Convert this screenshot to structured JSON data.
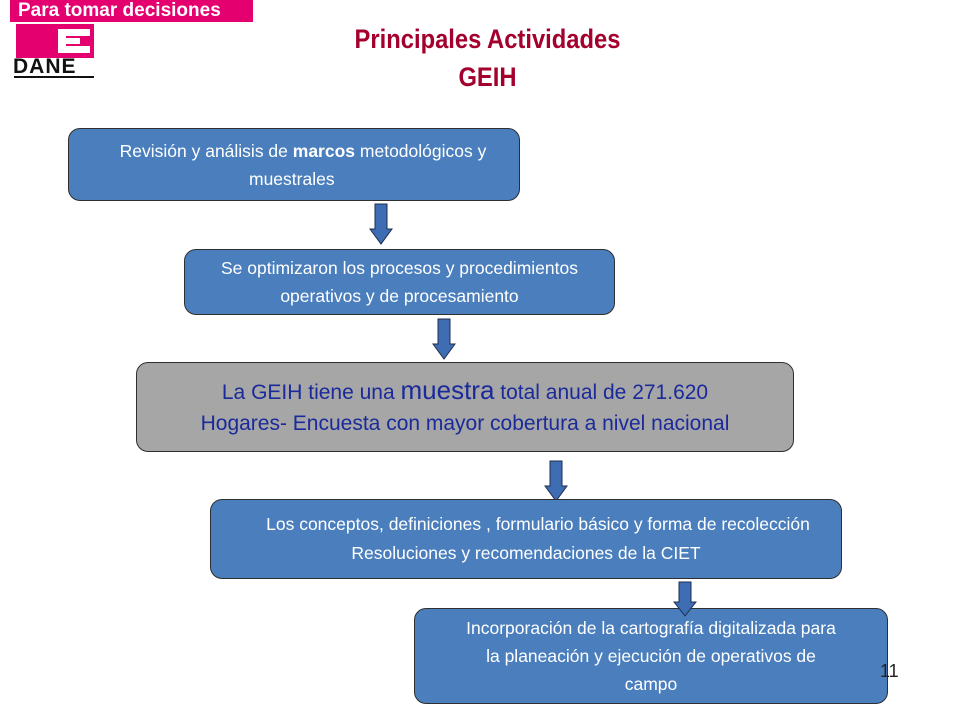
{
  "header": {
    "tagline": "Para tomar decisiones",
    "logo_text": "DANE"
  },
  "title": {
    "line1": "Principales Actividades",
    "line2": "GEIH"
  },
  "boxes": {
    "box1": {
      "line1_pre": "Revisión y análisis de ",
      "line1_bold": "marcos",
      "line1_post": " metodológicos y",
      "line2": "muestrales"
    },
    "box2": {
      "line1": "Se optimizaron los procesos y procedimientos",
      "line2": "operativos y de procesamiento"
    },
    "box3": {
      "line1_pre": "La GEIH tiene una ",
      "line1_highlight": "muestra",
      "line1_post": " total anual de 271.620",
      "line2": "Hogares- Encuesta con mayor cobertura a nivel nacional"
    },
    "box4": {
      "line1": "Los conceptos, definiciones , formulario básico y forma de recolección",
      "line2": "Resoluciones y recomendaciones de la CIET"
    },
    "box5": {
      "line1": "Incorporación de la cartografía digitalizada para",
      "line2": "la planeación y ejecución de operativos de",
      "line3": "campo"
    }
  },
  "page_number": "11",
  "colors": {
    "brand_pink": "#e4006f",
    "title_red": "#a3002d",
    "box_blue": "#4a7ebd",
    "box_gray": "#a6a6a6",
    "gray_text": "#1a2a9a"
  }
}
